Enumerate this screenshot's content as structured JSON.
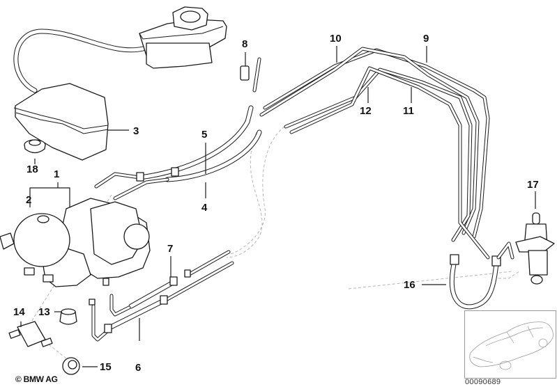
{
  "diagram": {
    "title": "Hydraulic brake system parts diagram",
    "callouts": [
      {
        "id": "1",
        "label": "1"
      },
      {
        "id": "2",
        "label": "2"
      },
      {
        "id": "3",
        "label": "3"
      },
      {
        "id": "4",
        "label": "4"
      },
      {
        "id": "5",
        "label": "5"
      },
      {
        "id": "6",
        "label": "6"
      },
      {
        "id": "7",
        "label": "7"
      },
      {
        "id": "8",
        "label": "8"
      },
      {
        "id": "9",
        "label": "9"
      },
      {
        "id": "10",
        "label": "10"
      },
      {
        "id": "11",
        "label": "11"
      },
      {
        "id": "12",
        "label": "12"
      },
      {
        "id": "13",
        "label": "13"
      },
      {
        "id": "14",
        "label": "14"
      },
      {
        "id": "15",
        "label": "15"
      },
      {
        "id": "16",
        "label": "16"
      },
      {
        "id": "17",
        "label": "17"
      },
      {
        "id": "18",
        "label": "18"
      }
    ],
    "parts": [
      "fluid-reservoir",
      "reservoir-hose",
      "cover-3",
      "grommet-18",
      "hydraulic-unit-1",
      "accumulator-2",
      "brake-line-4",
      "brake-line-5",
      "brake-line-6",
      "brake-line-7",
      "clip-8",
      "brake-pipe-9",
      "brake-pipe-10",
      "brake-pipe-11",
      "brake-pipe-12",
      "sensor-13",
      "rubber-mount-14",
      "nut-15",
      "brake-hose-16",
      "pressure-valve-17"
    ]
  },
  "footer": {
    "copyright": "© BMW AG",
    "document_id": "00090689"
  },
  "thumbnail": {
    "subject": "car-outline"
  }
}
